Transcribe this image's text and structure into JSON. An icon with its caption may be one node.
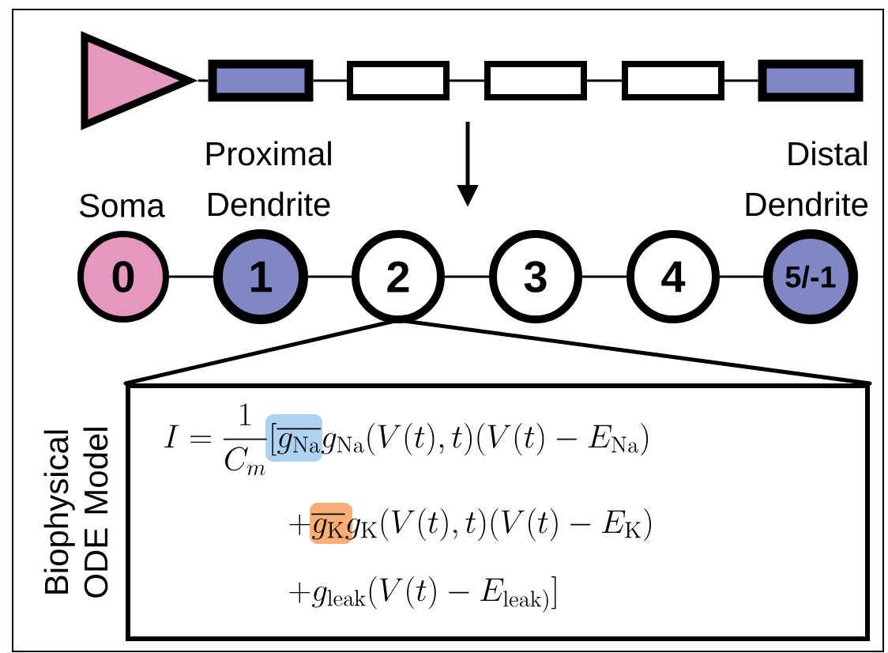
{
  "diagram": {
    "nodes": [
      {
        "text": [],
        "shape": "triangle"
      },
      {
        "text": [],
        "shape": "box"
      },
      {
        "text": [],
        "shape": "box"
      },
      {
        "text": [],
        "shape": "box"
      },
      {
        "text": [],
        "shape": "box"
      },
      {
        "text": [],
        "shape": "box"
      },
      {
        "text": [
          "0"
        ],
        "beside": [
          "Soma"
        ]
      },
      {
        "text": [
          "1"
        ],
        "beside": [
          "Proximal Dendrite"
        ]
      },
      {
        "text": [
          "2"
        ]
      },
      {
        "text": [
          "3"
        ]
      },
      {
        "text": [
          "4"
        ]
      },
      {
        "text": [
          "5/-1"
        ],
        "beside": [
          "Distal Dendrite"
        ]
      },
      {
        "text": [
          "Biophysical ODE Model",
          "I = \\frac{1}{C_m}[\\overline{g_{\\mathrm{Na}}} g_{\\mathrm{Na}}(V(t),t)(V(t)-E_{\\mathrm{Na}})",
          "+\\overline{g_{\\mathrm{K}}} g_{\\mathrm{K}}(V(t),t)(V(t)-E_{\\mathrm{K}})",
          "+g_{\\mathrm{leak}}(V(t)-E_{\\mathrm{leak)}}]"
        ]
      }
    ],
    "edges": [
      {
        "from": 0,
        "to": 1,
        "arrow": "none"
      },
      {
        "from": 1,
        "to": 2,
        "arrow": "none"
      },
      {
        "from": 2,
        "to": 3,
        "arrow": "none"
      },
      {
        "from": 3,
        "to": 4,
        "arrow": "none"
      },
      {
        "from": 4,
        "to": 5,
        "arrow": "none"
      },
      {
        "from": 6,
        "to": 7,
        "arrow": "none"
      },
      {
        "from": 7,
        "to": 8,
        "arrow": "none"
      },
      {
        "from": 8,
        "to": 9,
        "arrow": "none"
      },
      {
        "from": 9,
        "to": 10,
        "arrow": "none"
      },
      {
        "from": 10,
        "to": 11,
        "arrow": "none"
      },
      {
        "from": 8,
        "to": 12,
        "arrow": "none"
      }
    ]
  }
}
